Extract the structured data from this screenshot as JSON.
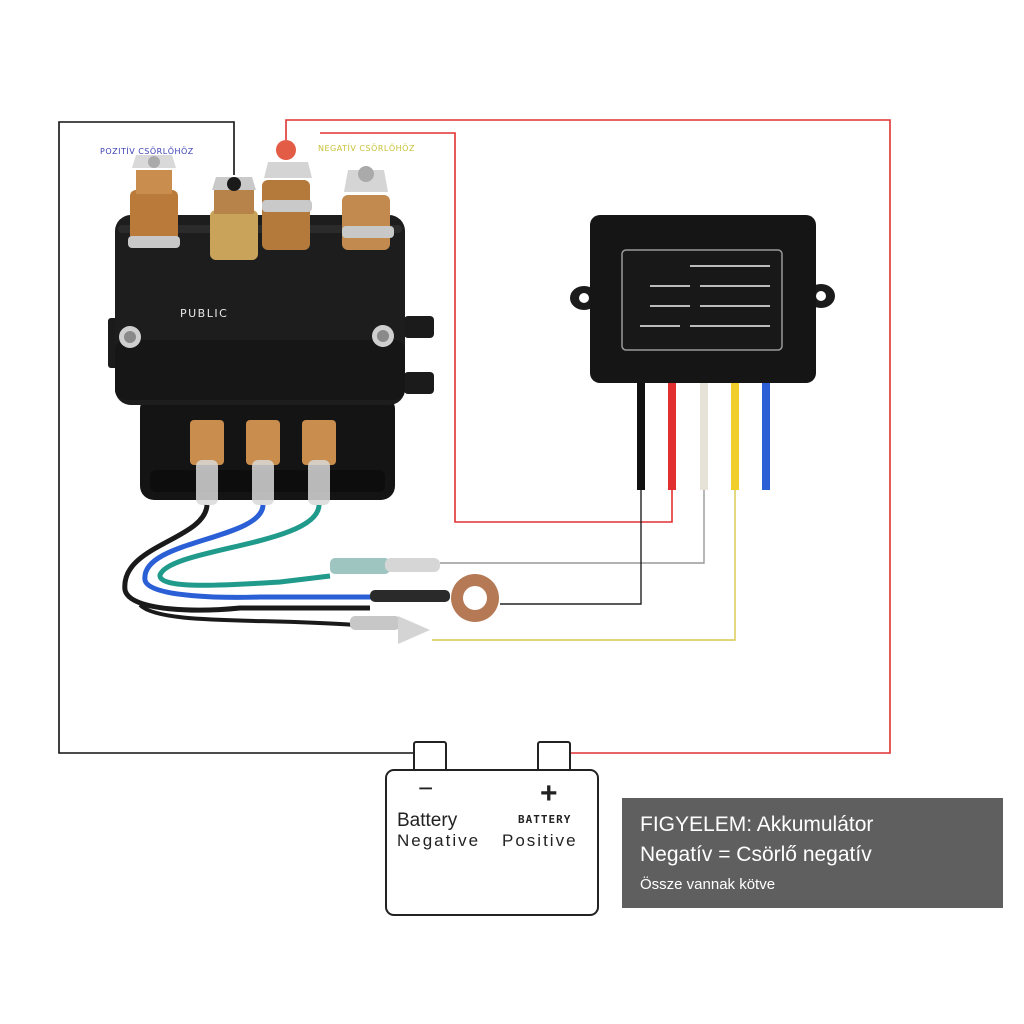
{
  "labels": {
    "positive": "POZITÍV CSÖRLŐHÖZ",
    "negative": "NEGATÍV CSÖRLŐHÖZ",
    "public": "PUBLIC"
  },
  "battery": {
    "minus": "−",
    "plus": "+",
    "negative_label_1": "Battery",
    "negative_label_2": "Negative",
    "positive_label_1": "BATTERY",
    "positive_label_2": "Positive"
  },
  "warning": {
    "line1": "FIGYELEM: Akkumulátor",
    "line2": "Negatív = Csörlő negatív",
    "line3": "Össze vannak kötve"
  },
  "colors": {
    "label_blue": "#3b3fb3",
    "label_yellow": "#c8c23a",
    "wire_red": "#e23030",
    "wire_black": "#111111",
    "wire_gray": "#999999",
    "wire_yellow": "#d9c94a"
  },
  "icons": {
    "solenoid": "winch-solenoid-icon",
    "receiver": "wireless-receiver-icon",
    "battery": "battery-icon"
  }
}
